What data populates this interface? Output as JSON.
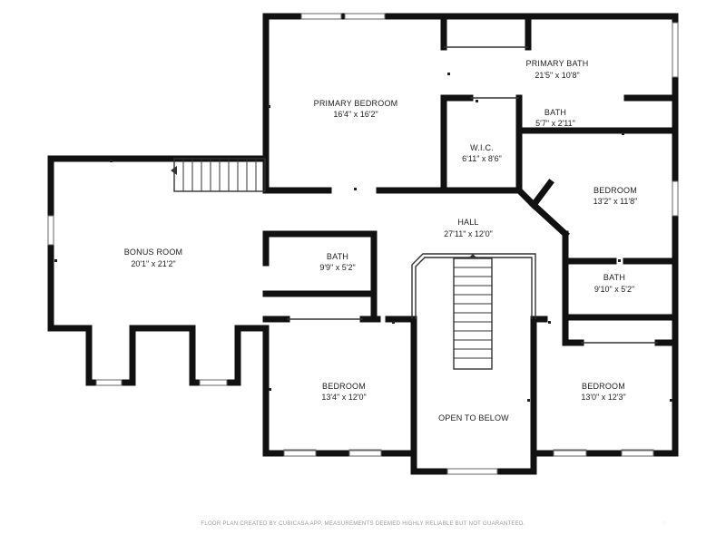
{
  "rooms": {
    "primary_bedroom": {
      "name": "PRIMARY BEDROOM",
      "dim": "16'4\" x 16'2\""
    },
    "primary_bath": {
      "name": "PRIMARY BATH",
      "dim": "21'5\" x 10'8\""
    },
    "small_bath": {
      "name": "BATH",
      "dim": "5'7\" x 2'11\""
    },
    "wic": {
      "name": "W.I.C.",
      "dim": "6'11\" x 8'6\""
    },
    "bedroom_ne": {
      "name": "BEDROOM",
      "dim": "13'2\" x 11'8\""
    },
    "hall": {
      "name": "HALL",
      "dim": "27'11\" x 12'0\""
    },
    "bonus_room": {
      "name": "BONUS ROOM",
      "dim": "20'1\" x 21'2\""
    },
    "bath_mid": {
      "name": "BATH",
      "dim": "9'9\" x 5'2\""
    },
    "bath_east": {
      "name": "BATH",
      "dim": "9'10\" x 5'2\""
    },
    "bedroom_sw": {
      "name": "BEDROOM",
      "dim": "13'4\" x 12'0\""
    },
    "open_to_below": {
      "name": "OPEN TO BELOW"
    },
    "bedroom_se": {
      "name": "BEDROOM",
      "dim": "13'0\" x 12'3\""
    }
  },
  "footer": {
    "disclaimer": "FLOOR PLAN CREATED BY CUBICASA APP. MEASUREMENTS DEEMED HIGHLY RELIABLE BUT NOT GUARANTEED."
  }
}
